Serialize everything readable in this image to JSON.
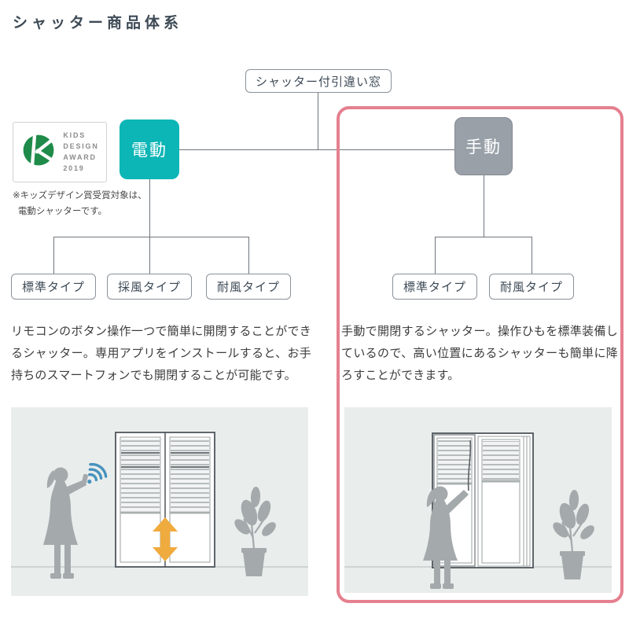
{
  "page": {
    "title": "シャッター商品体系"
  },
  "tree": {
    "root": "シャッター付引違い窓",
    "electric": {
      "label": "電動",
      "color": "#0cb5b6",
      "types": [
        "標準タイプ",
        "採風タイプ",
        "耐風タイプ"
      ],
      "description": "リモコンのボタン操作一つで簡単に開閉することができるシャッター。専用アプリをインストールすると、お手持ちのスマートフォンでも開閉することが可能です。"
    },
    "manual": {
      "label": "手動",
      "color": "#99a0a8",
      "highlight_color": "#e5808f",
      "types": [
        "標準タイプ",
        "耐風タイプ"
      ],
      "description": "手動で開閉するシャッター。操作ひもを標準装備しているので、高い位置にあるシャッターも簡単に降ろすことができます。"
    }
  },
  "award": {
    "lines": [
      "KIDS",
      "DESIGN",
      "AWARD",
      "2019"
    ],
    "logo_color": "#1f8b4a",
    "note": [
      "※キッズデザイン賞受賞対象は、",
      "電動シャッターです。"
    ]
  }
}
